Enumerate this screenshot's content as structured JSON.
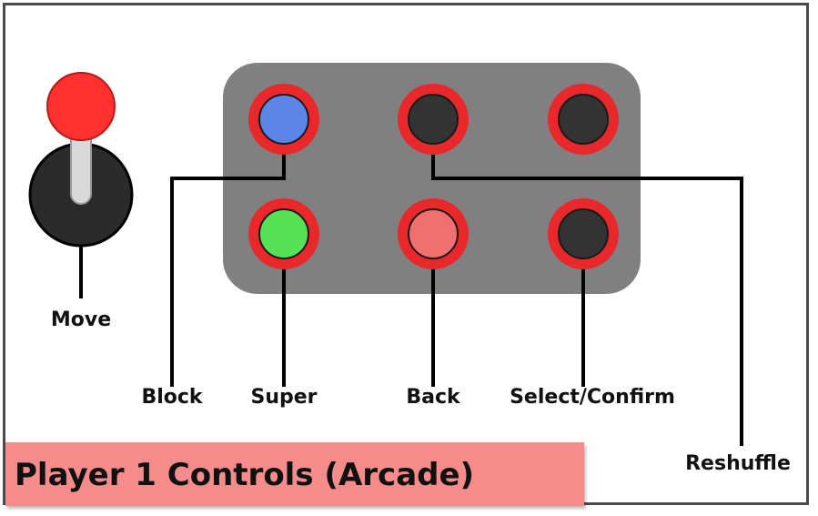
{
  "title": "Player 1 Controls (Arcade)",
  "labels": {
    "move": "Move",
    "block": "Block",
    "super": "Super",
    "back": "Back",
    "select_confirm": "Select/Confirm",
    "reshuffle": "Reshuffle"
  },
  "colors": {
    "panel": "#808080",
    "button_ring": "#e8282b",
    "button_blue": "#5b86e8",
    "button_green": "#55e055",
    "button_pink": "#f07070",
    "button_dark": "#333333",
    "joystick_ball": "#ff3030",
    "joystick_base": "#2b2b2b",
    "title_bg": "#f48c8c"
  }
}
